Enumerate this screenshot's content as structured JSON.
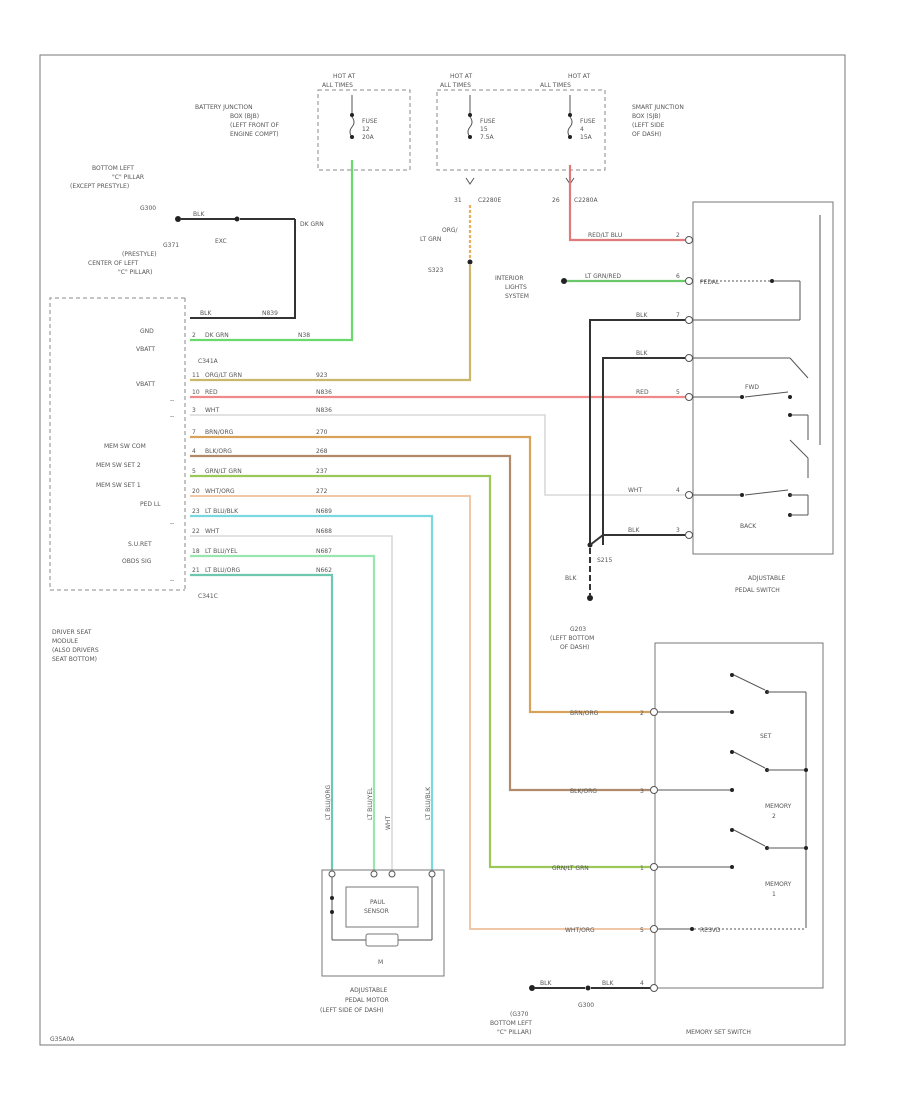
{
  "page_code": "G35A0A",
  "colors": {
    "dk_grn": "#6ad86a",
    "orglt_grn": "#c9b86a",
    "red": "#f08a8a",
    "wht": "#d8d8d8",
    "brnorg": "#d9a25a",
    "blkorg": "#b08a6a",
    "grnlt_grn": "#9cc85a",
    "whtorg": "#f0c8a8",
    "lt_bluelb": "#7ad8e0",
    "lt_bluyel": "#9ae6b0",
    "lt_bluorg": "#6ec8b0",
    "blk": "#333333",
    "lt_grnred": "#6ac86a",
    "org_ltgrn": "#e8b05a",
    "redlt_blu": "#e07a7a"
  },
  "power": {
    "hot1": {
      "line1": "HOT AT",
      "line2": "ALL TIMES",
      "fuse": "FUSE",
      "fuse_no": "12",
      "amp": "20A"
    },
    "hot2": {
      "line1": "HOT AT",
      "line2": "ALL TIMES",
      "fuse": "FUSE",
      "fuse_no": "15",
      "amp": "7.5A"
    },
    "hot3": {
      "line1": "HOT AT",
      "line2": "ALL TIMES",
      "fuse": "FUSE",
      "fuse_no": "4",
      "amp": "15A"
    },
    "bjb": [
      "BATTERY JUNCTION",
      "BOX (BJB)",
      "(LEFT FRONT OF",
      "ENGINE COMPT)"
    ],
    "sjb": [
      "SMART JUNCTION",
      "BOX (SJB)",
      "(LEFT SIDE",
      "OF DASH)"
    ],
    "c2280e_pin": "31",
    "c2280e": "C2280E",
    "c2280a_pin": "26",
    "c2280a": "C2280A",
    "orglt_lbl1": "ORG/",
    "orglt_lbl2": "LT GRN",
    "s323": "S323",
    "dk_grn_top": "DK GRN"
  },
  "ground_top": {
    "loc": [
      "BOTTOM LEFT",
      "\"C\" PILLAR",
      "(EXCEPT PRESTYLE)"
    ],
    "g300": "G300",
    "blk": "BLK",
    "exc": "EXC",
    "g371": [
      "G371",
      "(PRESTYLE)",
      "CENTER OF LEFT",
      "\"C\" PILLAR)"
    ]
  },
  "dsm": {
    "pins": [
      "GND",
      "VBATT",
      "C341A",
      "VBATT",
      "--",
      "--",
      "MEM SW COM",
      "MEM SW SET 2",
      "MEM SW SET 1",
      "PED LL",
      "--",
      "S.U.RET",
      "OBDS SIG",
      "--",
      "C341C"
    ],
    "wires": [
      {
        "pin": "",
        "color": "BLK",
        "circuit": "N839"
      },
      {
        "pin": "2",
        "color": "DK GRN",
        "circuit": "N38"
      },
      {
        "pin": "11",
        "color": "ORG/LT GRN",
        "circuit": "923"
      },
      {
        "pin": "10",
        "color": "RED",
        "circuit": "N836"
      },
      {
        "pin": "3",
        "color": "WHT",
        "circuit": "N836"
      },
      {
        "pin": "7",
        "color": "BRN/ORG",
        "circuit": "270"
      },
      {
        "pin": "4",
        "color": "BLK/ORG",
        "circuit": "268"
      },
      {
        "pin": "5",
        "color": "GRN/LT GRN",
        "circuit": "237"
      },
      {
        "pin": "20",
        "color": "WHT/ORG",
        "circuit": "272"
      },
      {
        "pin": "23",
        "color": "LT BLU/BLK",
        "circuit": "N689"
      },
      {
        "pin": "22",
        "color": "WHT",
        "circuit": "N688"
      },
      {
        "pin": "18",
        "color": "LT BLU/YEL",
        "circuit": "N687"
      },
      {
        "pin": "21",
        "color": "LT BLU/ORG",
        "circuit": "N662"
      }
    ],
    "name": [
      "DRIVER SEAT",
      "MODULE",
      "(ALSO DRIVERS",
      "SEAT BOTTOM)"
    ]
  },
  "pedal_switch": {
    "redlt_blu": "RED/LT BLU",
    "redlt_pin": "2",
    "interior": [
      "INTERIOR",
      "LIGHTS",
      "SYSTEM"
    ],
    "lt_grnred": "LT GRN/RED",
    "lt_pin": "6",
    "pedal_lbl": "PEDAL",
    "blk1": "BLK",
    "blk1_pin": "7",
    "blk2": "BLK",
    "blk2_pin": "",
    "red": "RED",
    "red_pin": "5",
    "wht": "WHT",
    "wht_pin": "4",
    "blk3": "BLK",
    "blk3_pin": "3",
    "fwd": "FWD",
    "back": "BACK",
    "s215": "S215",
    "blk_bottom": "BLK",
    "g203": [
      "G203",
      "(LEFT BOTTOM",
      "OF DASH)"
    ],
    "name": [
      "ADJUSTABLE",
      "PEDAL SWITCH"
    ]
  },
  "memory_switch": {
    "brnorg": "BRN/ORG",
    "brnorg_pin": "2",
    "blkorg": "BLK/ORG",
    "blkorg_pin": "3",
    "grnlt": "GRN/LT GRN",
    "grnlt_pin": "1",
    "whtorg": "WHT/ORG",
    "whtorg_pin": "5",
    "set": "SET",
    "memory2": [
      "MEMORY",
      "2"
    ],
    "memory1": [
      "MEMORY",
      "1"
    ],
    "blk_a": "BLK",
    "blk_b": "BLK",
    "blk_pin": "4",
    "g300": "G300",
    "g300_loc": [
      "(G370",
      "BOTTOM LEFT",
      "\"C\" PILLAR)"
    ],
    "name": "MEMORY SET SWITCH",
    "r_lbl": "RESVD"
  },
  "pedal_motor": {
    "wires": [
      "LT BLU/ORG",
      "LT BLU/YEL",
      "WHT",
      "LT BLU/BLK"
    ],
    "sensor": [
      "PAUL",
      "SENSOR"
    ],
    "m": "M",
    "name": [
      "ADJUSTABLE",
      "PEDAL MOTOR",
      "(LEFT SIDE OF DASH)"
    ]
  }
}
